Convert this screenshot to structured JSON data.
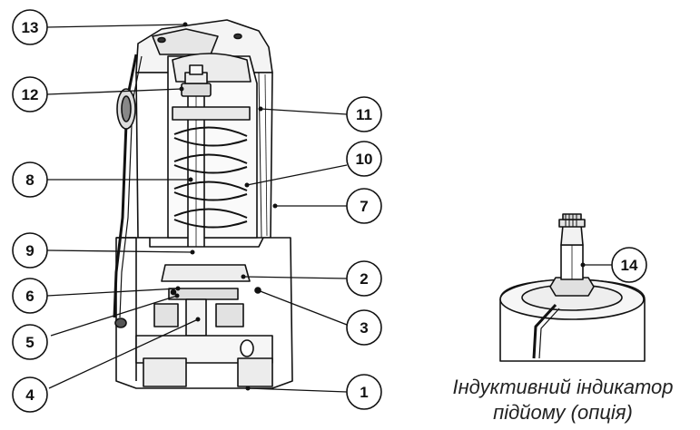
{
  "labels": {
    "n1": "1",
    "n2": "2",
    "n3": "3",
    "n4": "4",
    "n5": "5",
    "n6": "6",
    "n7": "7",
    "n8": "8",
    "n9": "9",
    "n10": "10",
    "n11": "11",
    "n12": "12",
    "n13": "13",
    "n14": "14"
  },
  "caption": {
    "line1": "Індуктивний індикатор",
    "line2": "підйому (опція)"
  }
}
